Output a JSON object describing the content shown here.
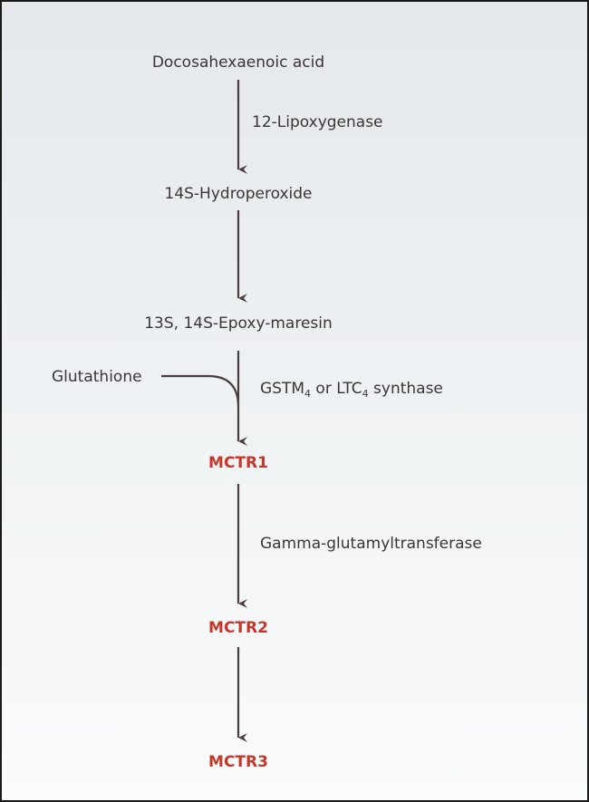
{
  "nodes": {
    "dha": "Docosahexaenoic acid",
    "hydroperoxide": "14S-Hydroperoxide",
    "epoxy": "13S, 14S-Epoxy-maresin",
    "glutathione": "Glutathione",
    "mctr1": "MCTR1",
    "mctr2": "MCTR2",
    "mctr3": "MCTR3"
  },
  "enzymes": {
    "lipoxygenase": "12-Lipoxygenase",
    "gstm_prefix": "GSTM",
    "gstm_sub": "4",
    "gstm_mid": " or LTC",
    "ltc_sub": "4",
    "gstm_suffix": " synthase",
    "ggt": "Gamma-glutamyltransferase"
  },
  "colors": {
    "text": "#3d3437",
    "arrow": "#4a3c40",
    "product": "#c0392b"
  }
}
